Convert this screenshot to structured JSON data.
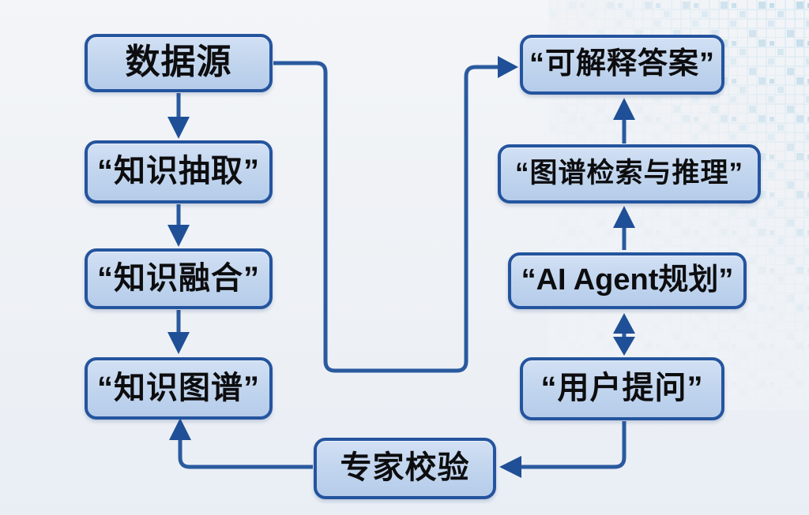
{
  "diagram": {
    "kind": "flowchart",
    "nodes": {
      "data_source": {
        "label": "数据源"
      },
      "knowledge_extract": {
        "label": "“知识抽取”"
      },
      "knowledge_fusion": {
        "label": "“知识融合”"
      },
      "knowledge_graph": {
        "label": "“知识图谱”"
      },
      "explainable_answer": {
        "label": "“可解释答案”"
      },
      "graph_retrieval": {
        "label": "“图谱检索与推理”"
      },
      "ai_agent": {
        "label": "“AI Agent规划”"
      },
      "user_question": {
        "label": "“用户提问”"
      },
      "expert_verify": {
        "label": "专家校验"
      }
    },
    "edges": [
      {
        "from": "data_source",
        "to": "knowledge_extract",
        "style": "straight-down"
      },
      {
        "from": "knowledge_extract",
        "to": "knowledge_fusion",
        "style": "straight-down"
      },
      {
        "from": "knowledge_fusion",
        "to": "knowledge_graph",
        "style": "straight-down"
      },
      {
        "from": "data_source",
        "to": "explainable_answer",
        "style": "elbow right-down-right-up-right"
      },
      {
        "from": "graph_retrieval",
        "to": "explainable_answer",
        "style": "straight-up"
      },
      {
        "from": "ai_agent",
        "to": "graph_retrieval",
        "style": "straight-up"
      },
      {
        "from": "user_question",
        "to": "ai_agent",
        "style": "bidirectional-vertical"
      },
      {
        "from": "user_question",
        "to": "expert_verify",
        "style": "elbow down-left"
      },
      {
        "from": "expert_verify",
        "to": "knowledge_graph",
        "style": "elbow left-up"
      }
    ],
    "colors": {
      "box_fill_top": "#d2e0f4",
      "box_fill_bottom": "#b5ccea",
      "box_border": "#24549e",
      "arrow_line": "#2a5a9e",
      "arrow_head": "#1f4f97",
      "text": "#0d0d0f",
      "background": "#eef1f5",
      "mosaic_tint": "#cfe3ef"
    }
  }
}
